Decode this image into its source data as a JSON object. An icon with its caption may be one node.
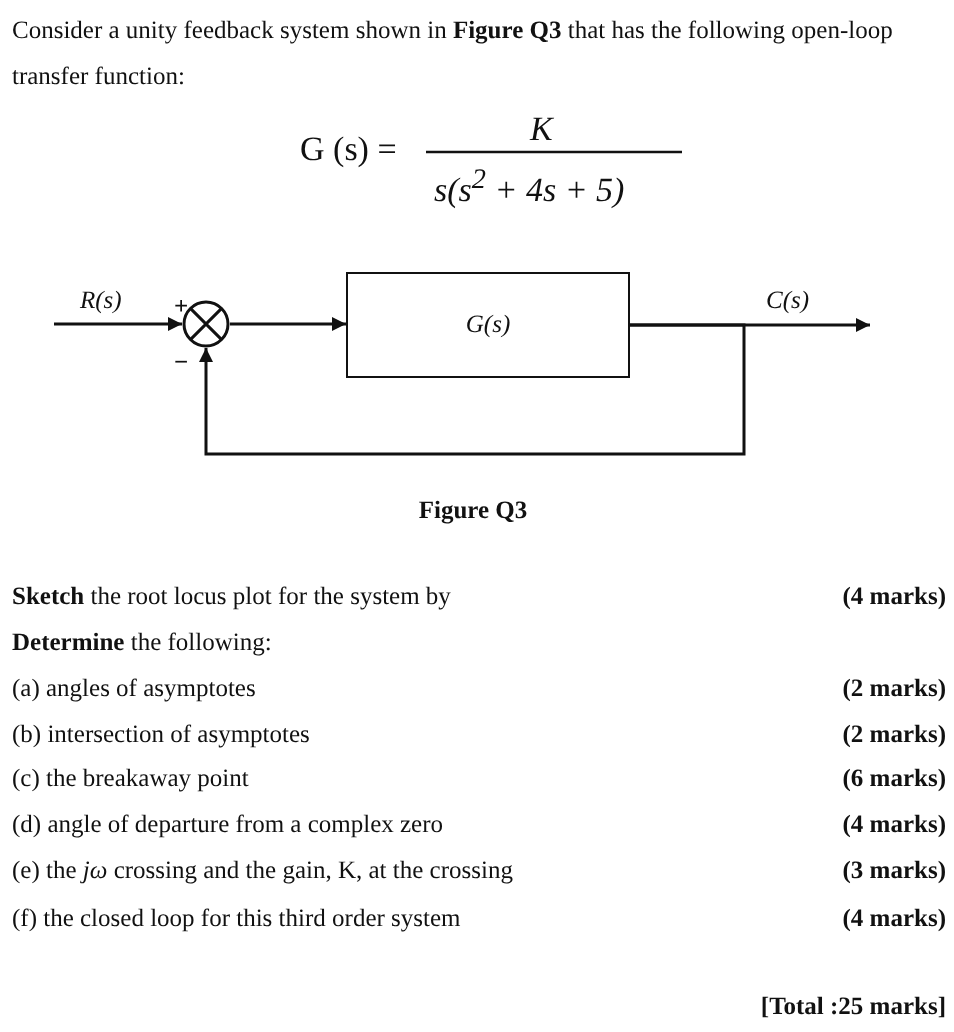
{
  "diagram": {
    "caption": "Figure Q3",
    "nodes": [
      {
        "text": [],
        "shape": "circle"
      },
      {
        "text": [
          "G(s)"
        ]
      }
    ],
    "edges": [
      {
        "from": null,
        "to": 0,
        "arrow": "to",
        "label": "R(s)"
      },
      {
        "from": 0,
        "to": 1,
        "arrow": "to"
      },
      {
        "from": 1,
        "to": null,
        "arrow": "to",
        "label": "C(s)"
      },
      {
        "from": 1,
        "to": 0,
        "arrow": "to"
      }
    ],
    "labels": [
      "Consider a unity feedback system shown in **Figure Q3** that has the following open-loop transfer function:",
      "G (s) =",
      "K",
      "s(s$^{2}$ + 4s + 5)",
      "+",
      "−",
      "**Sketch** the root locus plot for the system by",
      "(4 marks)",
      "**Determine** the following:",
      "(a) angles of asymptotes",
      "(2 marks)",
      "(b) intersection of asymptotes",
      "(2 marks)",
      "(c) the breakaway point",
      "(6 marks)",
      "(d) angle of departure from a complex zero",
      "(4 marks)",
      "(e) the *jω* crossing and the gain, K, at the crossing",
      "(3 marks)",
      "(f) the closed loop for this third order system",
      "(4 marks)",
      "[Total :25 marks]"
    ]
  }
}
